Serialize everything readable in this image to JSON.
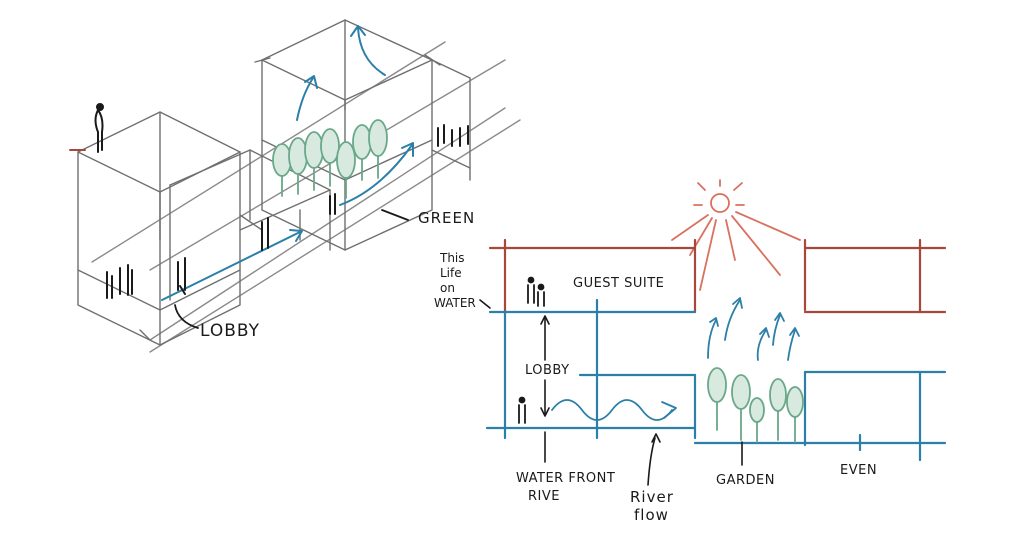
{
  "colors": {
    "ink": "#1a1a1a",
    "grey_line": "#6f6f6f",
    "blue": "#2b7fa8",
    "red": "#a8473c",
    "sun": "#d9715f",
    "green": "#6aa889",
    "tree_fill": "#d8eadf"
  },
  "isometric": {
    "lobby_label": "LOBBY",
    "green_label": "GREEN"
  },
  "section": {
    "life_on_water_lines": [
      "This",
      "Life",
      "on",
      "WATER"
    ],
    "guest_suite_label": "GUEST SUITE",
    "lobby_label": "LOBBY",
    "waterfront_lines": [
      "WATER FRONT",
      "RIVE"
    ],
    "river_flow_lines": [
      "River",
      "flow"
    ],
    "garden_label": "GARDEN",
    "event_label": "EVEN"
  }
}
